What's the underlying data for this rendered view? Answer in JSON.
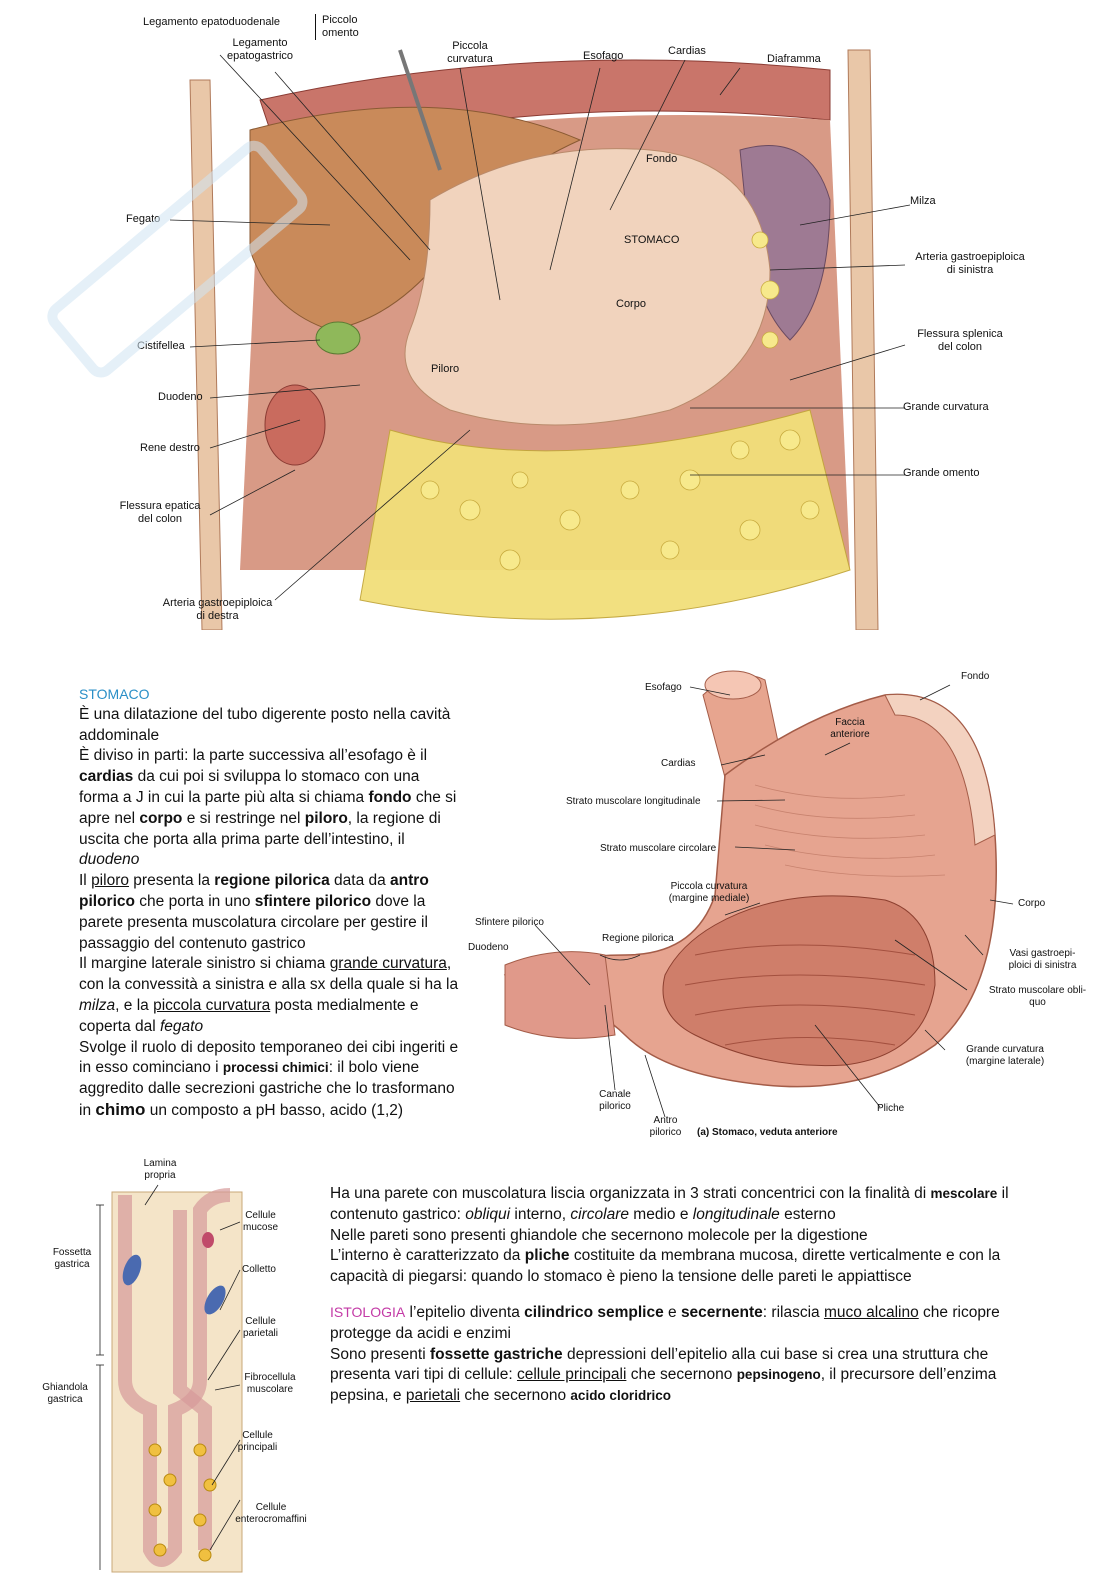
{
  "figure1": {
    "labels": {
      "lig_epatoduodenale": "Legamento epatoduodenale",
      "lig_epatogastrico_1": "Legamento",
      "lig_epatogastrico_2": "epatogastrico",
      "piccolo_omento_1": "Piccolo",
      "piccolo_omento_2": "omento",
      "piccola_curvatura_1": "Piccola",
      "piccola_curvatura_2": "curvatura",
      "esofago": "Esofago",
      "cardias": "Cardias",
      "diaframma": "Diaframma",
      "fondo": "Fondo",
      "stomaco": "STOMACO",
      "corpo": "Corpo",
      "fegato": "Fegato",
      "milza": "Milza",
      "arteria_sin_1": "Arteria gastroepiploica",
      "arteria_sin_2": "di sinistra",
      "cistifellea": "Cistifellea",
      "flessura_splenica_1": "Flessura splenica",
      "flessura_splenica_2": "del colon",
      "duodeno": "Duodeno",
      "piloro": "Piloro",
      "grande_curvatura": "Grande curvatura",
      "rene_destro": "Rene destro",
      "grande_omento": "Grande omento",
      "flessura_epatica_1": "Flessura epatica",
      "flessura_epatica_2": "del colon",
      "arteria_dx_1": "Arteria gastroepiploica",
      "arteria_dx_2": "di destra"
    }
  },
  "figure2": {
    "labels": {
      "esofago": "Esofago",
      "fondo": "Fondo",
      "faccia_1": "Faccia",
      "faccia_2": "anteriore",
      "cardias": "Cardias",
      "longitudinale": "Strato muscolare longitudinale",
      "circolare": "Strato muscolare circolare",
      "piccola_curv_1": "Piccola curvatura",
      "piccola_curv_2": "(margine mediale)",
      "corpo": "Corpo",
      "sfintere": "Sfintere pilorico",
      "regione": "Regione pilorica",
      "duodeno": "Duodeno",
      "vasi_1": "Vasi gastroepi-",
      "vasi_2": "ploici di sinistra",
      "obliquo_1": "Strato muscolare obli-",
      "obliquo_2": "quo",
      "grande_curv_1": "Grande curvatura",
      "grande_curv_2": "(margine laterale)",
      "canale_1": "Canale",
      "canale_2": "pilorico",
      "pliche": "Pliche",
      "antro_1": "Antro",
      "antro_2": "pilorico",
      "caption": "(a)  Stomaco, veduta anteriore"
    }
  },
  "figure3": {
    "labels": {
      "lamina_1": "Lamina",
      "lamina_2": "propria",
      "mucose_1": "Cellule",
      "mucose_2": "mucose",
      "fossetta_1": "Fossetta",
      "fossetta_2": "gastrica",
      "colletto": "Colletto",
      "parietali_1": "Cellule",
      "parietali_2": "parietali",
      "ghiandola_1": "Ghiandola",
      "ghiandola_2": "gastrica",
      "fibro_1": "Fibrocellula",
      "fibro_2": "muscolare",
      "principali_1": "Cellule",
      "principali_2": "principali",
      "entero_1": "Cellule",
      "entero_2": "enterocromaffini"
    }
  },
  "left_text": {
    "heading": "STOMACO",
    "l1": "È una dilatazione del tubo digerente posto nella cavità addominale",
    "l2a": "È diviso in parti: la parte successiva all’esofago è il ",
    "l2b": "cardias",
    "l2c": " da cui poi si sviluppa lo stomaco con una forma a J in cui la parte più alta si chiama ",
    "l2d": "fondo",
    "l2e": " che si apre nel ",
    "l2f": "corpo",
    "l2g": " e si restringe nel ",
    "l2h": "piloro",
    "l2i": ", la regione di uscita che porta alla prima parte dell’intestino, il ",
    "l2j": "duodeno",
    "l3a": "Il ",
    "l3b": "piloro",
    "l3c": " presenta la ",
    "l3d": "regione pilorica",
    "l3e": " data da ",
    "l3f": "antro pilorico",
    "l3g": " che porta in uno ",
    "l3h": "sfintere pilorico",
    "l3i": " dove la parete presenta muscolatura circolare per gestire il passaggio del contenuto gastrico",
    "l4a": "Il margine laterale sinistro si chiama ",
    "l4b": "grande curvatura",
    "l4c": ", con la convessità a sinistra e alla sx della quale si ha la ",
    "l4d": "milza",
    "l4e": ", e la ",
    "l4f": "piccola curvatura",
    "l4g": " posta medialmente e coperta dal ",
    "l4h": "fegato",
    "l5a": "Svolge il ruolo di deposito temporaneo dei cibi ingeriti e in esso cominciano i ",
    "l5b": "processi chimici",
    "l5c": ": il bolo viene aggredito dalle secrezioni gastriche che lo trasformano in ",
    "l5d": "chimo",
    "l5e": " un composto a pH basso, acido (1,2)"
  },
  "right_text": {
    "p1a": "Ha una parete con muscolatura liscia organizzata in 3 strati concentrici con la finalità di ",
    "p1b": "mescolare",
    "p1c": " il contenuto gastrico: ",
    "p1d": "obliqui",
    "p1e": " interno, ",
    "p1f": "circolare",
    "p1g": " medio e ",
    "p1h": "longitudinale",
    "p1i": " esterno",
    "p2": "Nelle pareti sono presenti ghiandole che secernono molecole per la digestione",
    "p3a": "L’interno è caratterizzato da ",
    "p3b": "pliche",
    "p3c": " costituite da membrana mucosa, dirette verticalmente e con la capacità di piegarsi: quando lo stomaco è pieno la tensione delle pareti le appiattisce",
    "p4a": "ISTOLOGIA",
    "p4b": " l’epitelio diventa ",
    "p4c": "cilindrico semplice",
    "p4d": " e ",
    "p4e": "secernente",
    "p4f": ": rilascia ",
    "p4g": "muco alcalino",
    "p4h": " che ricopre protegge da acidi e enzimi",
    "p5a": "Sono presenti ",
    "p5b": "fossette gastriche",
    "p5c": " depressioni dell’epitelio alla cui base si crea una struttura che presenta vari tipi di cellule: ",
    "p5d": "cellule principali",
    "p5e": " che secernono ",
    "p5f": "pepsinogeno",
    "p5g": ", il precursore dell’enzima pepsina, e ",
    "p5h": "parietali",
    "p5i": " che secernono ",
    "p5j": "acido cloridrico"
  }
}
